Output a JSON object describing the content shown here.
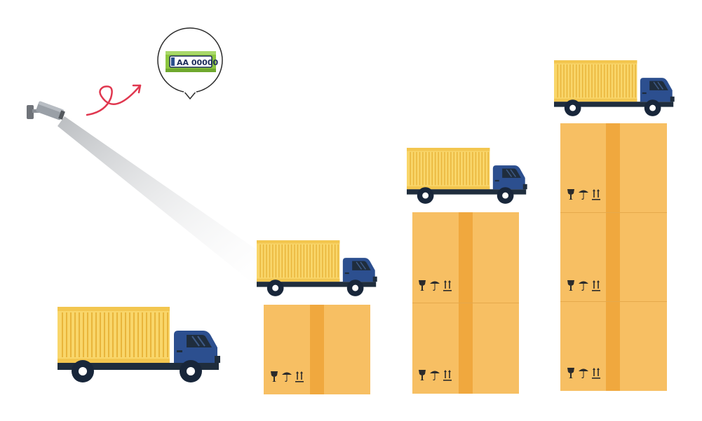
{
  "illustration": {
    "license_plate": {
      "text": "AA 00000"
    },
    "colors": {
      "container": "#f9d66a",
      "container_ribs": "#e9b53b",
      "cab": "#2c4f8f",
      "chassis": "#1f2d3d",
      "wheel": "#18263a",
      "box": "#f7bf63",
      "box_tape": "#f0a83e",
      "camera": "#8a8f96",
      "arrow": "#e0374f",
      "beam": "#d7d8db"
    },
    "icons": [
      "camera-icon",
      "license-plate-icon",
      "curly-arrow-icon",
      "fragile-glass-icon",
      "keep-dry-umbrella-icon",
      "this-side-up-arrows-icon"
    ],
    "stack_levels": [
      0,
      1,
      2,
      3
    ]
  }
}
